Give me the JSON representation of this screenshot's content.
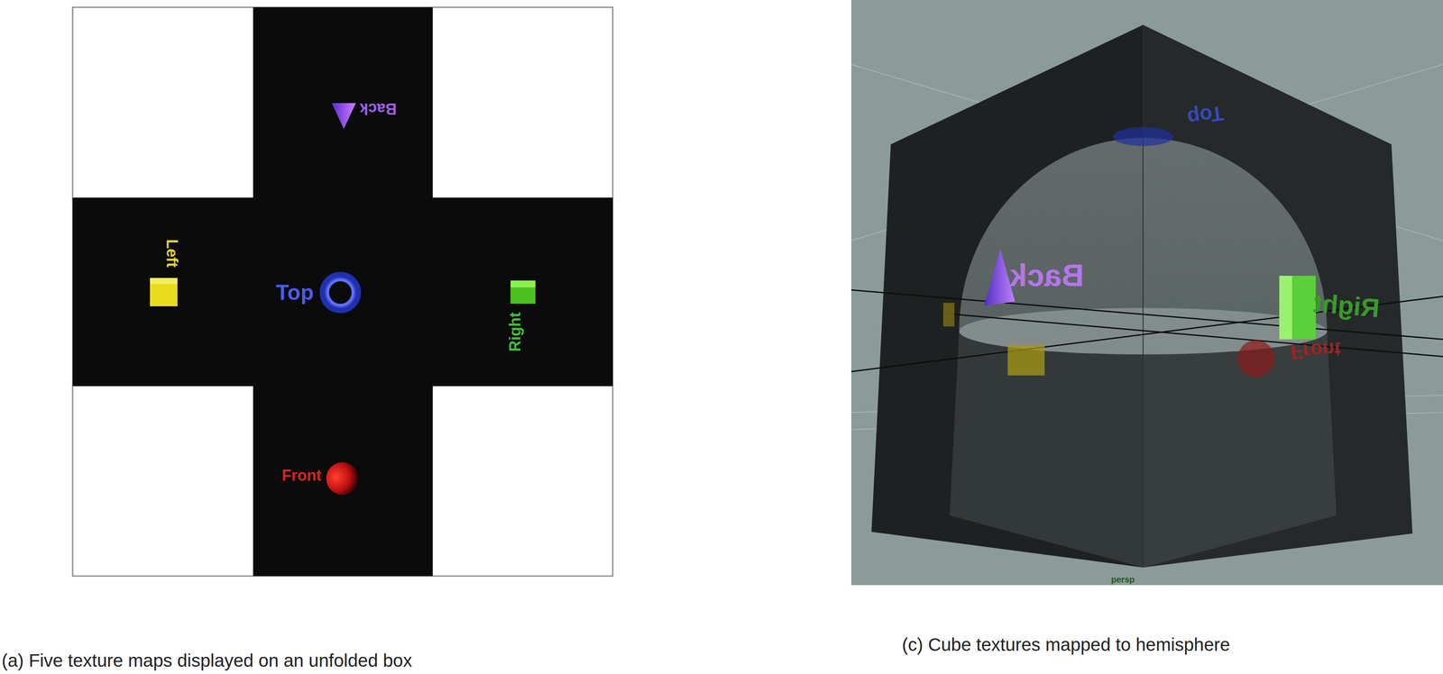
{
  "diagram": {
    "labels": [
      "Back",
      "Left",
      "Top",
      "Right",
      "Front",
      "Top",
      "Back",
      "Right",
      "Front",
      "persp",
      "(a) Five texture maps displayed on an unfolded box",
      "(c) Cube textures mapped to hemisphere"
    ]
  }
}
